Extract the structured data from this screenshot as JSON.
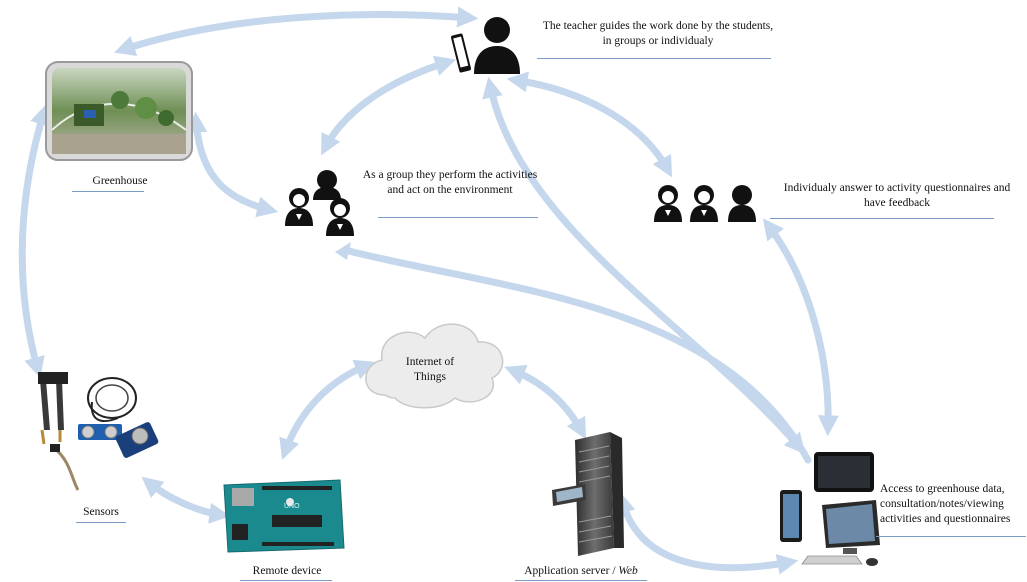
{
  "labels": {
    "teacher": "The teacher guides the work done by the students, in groups or individualy",
    "group": "As a group they perform the activities and act on the environment",
    "individual": "Individualy answer to activity questionnaires and have feedback",
    "greenhouse": "Greenhouse",
    "sensors": "Sensors",
    "remote_device": "Remote device",
    "internet_of_things": "Internet of Things",
    "application_server": "Application server / ",
    "application_server_web": "Web",
    "access": "Access to greenhouse data, consultation/notes/viewing activities and questionnaires"
  },
  "colors": {
    "arrow": "#c5d7ec",
    "underline": "#7a9cc6",
    "people": "#111111",
    "board": "#1b8a8f",
    "greenhouse_frame": "#9a9a9a"
  },
  "icons": {
    "teacher": "teacher-with-tablet-icon",
    "group": "student-group-icon",
    "individual": "three-students-icon",
    "greenhouse": "greenhouse-photo",
    "sensors": "sensors-photo",
    "remote_device": "arduino-board-photo",
    "cloud": "cloud-icon",
    "server": "server-rack-icon",
    "devices": "computer-tablet-devices-icon"
  }
}
